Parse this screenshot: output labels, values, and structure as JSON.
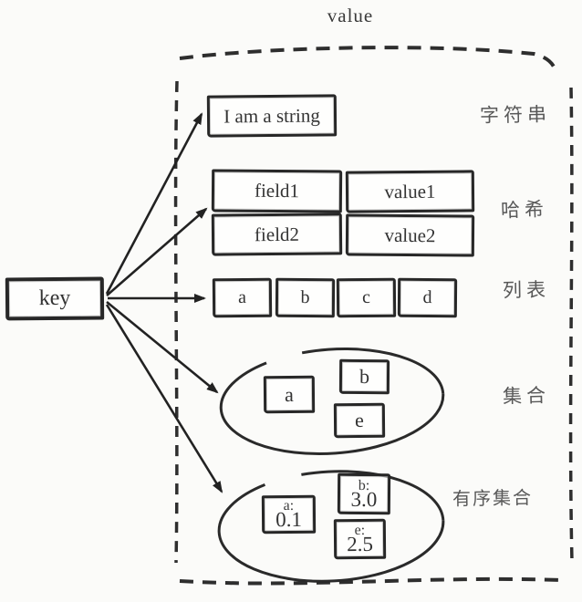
{
  "diagram": {
    "title": "value",
    "key_label": "key",
    "string": {
      "label": "字符串",
      "value": "I am a string"
    },
    "hash": {
      "label": "哈希",
      "rows": [
        [
          "field1",
          "value1"
        ],
        [
          "field2",
          "value2"
        ]
      ]
    },
    "list": {
      "label": "列表",
      "items": [
        "a",
        "b",
        "c",
        "d"
      ]
    },
    "set": {
      "label": "集合",
      "items": [
        "a",
        "b",
        "e"
      ]
    },
    "zset": {
      "label": "有序集合",
      "entries": [
        {
          "line1": "a:",
          "line2": "0.1"
        },
        {
          "line1": "b:",
          "line2": "3.0"
        },
        {
          "line1": "e:",
          "line2": "2.5"
        }
      ]
    },
    "colors": {
      "ink": "#2b2b2b",
      "label_gray": "#585858",
      "background": "#fbfbf9"
    }
  }
}
